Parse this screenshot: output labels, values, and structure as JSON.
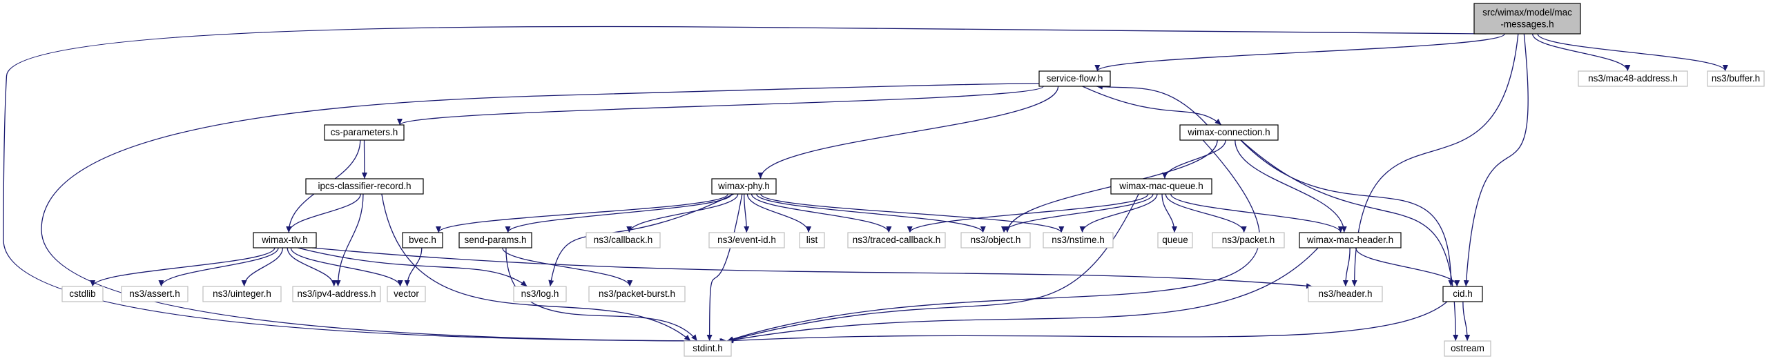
{
  "graph": {
    "colors": {
      "root_fill": "#bfbfbf",
      "box_stroke_strong": "#000000",
      "box_stroke_weak": "#bfbfbf",
      "label_color": "#000000",
      "edge_color": "#191970",
      "edge_color_weak": "#b4b4b4"
    },
    "nodes": [
      {
        "id": "root",
        "lines": [
          "src/wimax/model/mac",
          "-messages.h"
        ],
        "kind": "root"
      },
      {
        "id": "service_flow",
        "lines": [
          "service-flow.h"
        ],
        "kind": "internal"
      },
      {
        "id": "mac48",
        "lines": [
          "ns3/mac48-address.h"
        ],
        "kind": "external"
      },
      {
        "id": "buffer",
        "lines": [
          "ns3/buffer.h"
        ],
        "kind": "external"
      },
      {
        "id": "cs_params",
        "lines": [
          "cs-parameters.h"
        ],
        "kind": "internal"
      },
      {
        "id": "wimax_conn",
        "lines": [
          "wimax-connection.h"
        ],
        "kind": "internal"
      },
      {
        "id": "ipcs",
        "lines": [
          "ipcs-classifier-record.h"
        ],
        "kind": "internal"
      },
      {
        "id": "wimax_phy",
        "lines": [
          "wimax-phy.h"
        ],
        "kind": "internal"
      },
      {
        "id": "wimax_mac_queue",
        "lines": [
          "wimax-mac-queue.h"
        ],
        "kind": "internal"
      },
      {
        "id": "wimax_tlv",
        "lines": [
          "wimax-tlv.h"
        ],
        "kind": "internal"
      },
      {
        "id": "bvec",
        "lines": [
          "bvec.h"
        ],
        "kind": "internal"
      },
      {
        "id": "send_params",
        "lines": [
          "send-params.h"
        ],
        "kind": "internal"
      },
      {
        "id": "ns3_callback",
        "lines": [
          "ns3/callback.h"
        ],
        "kind": "external"
      },
      {
        "id": "ns3_event_id",
        "lines": [
          "ns3/event-id.h"
        ],
        "kind": "external"
      },
      {
        "id": "list",
        "lines": [
          "list"
        ],
        "kind": "external"
      },
      {
        "id": "ns3_traced_cb",
        "lines": [
          "ns3/traced-callback.h"
        ],
        "kind": "external"
      },
      {
        "id": "ns3_object",
        "lines": [
          "ns3/object.h"
        ],
        "kind": "external"
      },
      {
        "id": "ns3_nstime",
        "lines": [
          "ns3/nstime.h"
        ],
        "kind": "external"
      },
      {
        "id": "queue",
        "lines": [
          "queue"
        ],
        "kind": "external"
      },
      {
        "id": "ns3_packet",
        "lines": [
          "ns3/packet.h"
        ],
        "kind": "external"
      },
      {
        "id": "wimax_mac_header",
        "lines": [
          "wimax-mac-header.h"
        ],
        "kind": "internal"
      },
      {
        "id": "cstdlib",
        "lines": [
          "cstdlib"
        ],
        "kind": "external"
      },
      {
        "id": "ns3_assert",
        "lines": [
          "ns3/assert.h"
        ],
        "kind": "external"
      },
      {
        "id": "ns3_uinteger",
        "lines": [
          "ns3/uinteger.h"
        ],
        "kind": "external"
      },
      {
        "id": "ns3_ipv4",
        "lines": [
          "ns3/ipv4-address.h"
        ],
        "kind": "external"
      },
      {
        "id": "vector",
        "lines": [
          "vector"
        ],
        "kind": "external"
      },
      {
        "id": "ns3_log",
        "lines": [
          "ns3/log.h"
        ],
        "kind": "external"
      },
      {
        "id": "ns3_packet_burst",
        "lines": [
          "ns3/packet-burst.h"
        ],
        "kind": "external"
      },
      {
        "id": "ns3_header",
        "lines": [
          "ns3/header.h"
        ],
        "kind": "external"
      },
      {
        "id": "cid",
        "lines": [
          "cid.h"
        ],
        "kind": "internal"
      },
      {
        "id": "stdint",
        "lines": [
          "stdint.h"
        ],
        "kind": "external"
      },
      {
        "id": "ostream",
        "lines": [
          "ostream"
        ],
        "kind": "external"
      }
    ],
    "edges": [
      {
        "from": "root",
        "to": "service_flow"
      },
      {
        "from": "root",
        "to": "mac48"
      },
      {
        "from": "root",
        "to": "buffer"
      },
      {
        "from": "root",
        "to": "ns3_header"
      },
      {
        "from": "root",
        "to": "cid"
      },
      {
        "from": "root",
        "to": "stdint"
      },
      {
        "from": "service_flow",
        "to": "cs_params"
      },
      {
        "from": "service_flow",
        "to": "wimax_conn"
      },
      {
        "from": "service_flow",
        "to": "wimax_phy"
      },
      {
        "from": "service_flow",
        "to": "stdint"
      },
      {
        "from": "wimax_conn",
        "to": "service_flow"
      },
      {
        "from": "wimax_conn",
        "to": "wimax_mac_queue"
      },
      {
        "from": "wimax_conn",
        "to": "ns3_object"
      },
      {
        "from": "wimax_conn",
        "to": "wimax_mac_header"
      },
      {
        "from": "wimax_conn",
        "to": "cid"
      },
      {
        "from": "wimax_conn",
        "to": "stdint"
      },
      {
        "from": "wimax_conn",
        "to": "ostream"
      },
      {
        "from": "cs_params",
        "to": "ipcs"
      },
      {
        "from": "cs_params",
        "to": "wimax_tlv"
      },
      {
        "from": "ipcs",
        "to": "wimax_tlv"
      },
      {
        "from": "ipcs",
        "to": "ns3_ipv4"
      },
      {
        "from": "ipcs",
        "to": "stdint"
      },
      {
        "from": "wimax_phy",
        "to": "bvec"
      },
      {
        "from": "wimax_phy",
        "to": "send_params"
      },
      {
        "from": "wimax_phy",
        "to": "ns3_callback"
      },
      {
        "from": "wimax_phy",
        "to": "ns3_event_id"
      },
      {
        "from": "wimax_phy",
        "to": "list"
      },
      {
        "from": "wimax_phy",
        "to": "ns3_traced_cb"
      },
      {
        "from": "wimax_phy",
        "to": "ns3_object"
      },
      {
        "from": "wimax_phy",
        "to": "ns3_nstime"
      },
      {
        "from": "wimax_phy",
        "to": "ns3_log"
      },
      {
        "from": "wimax_phy",
        "to": "stdint"
      },
      {
        "from": "wimax_mac_queue",
        "to": "ns3_traced_cb"
      },
      {
        "from": "wimax_mac_queue",
        "to": "ns3_object"
      },
      {
        "from": "wimax_mac_queue",
        "to": "ns3_nstime"
      },
      {
        "from": "wimax_mac_queue",
        "to": "queue"
      },
      {
        "from": "wimax_mac_queue",
        "to": "ns3_packet"
      },
      {
        "from": "wimax_mac_queue",
        "to": "wimax_mac_header"
      },
      {
        "from": "wimax_mac_queue",
        "to": "stdint"
      },
      {
        "from": "wimax_tlv",
        "to": "cstdlib"
      },
      {
        "from": "wimax_tlv",
        "to": "ns3_assert"
      },
      {
        "from": "wimax_tlv",
        "to": "ns3_uinteger"
      },
      {
        "from": "wimax_tlv",
        "to": "ns3_ipv4"
      },
      {
        "from": "wimax_tlv",
        "to": "vector"
      },
      {
        "from": "wimax_tlv",
        "to": "ns3_log"
      },
      {
        "from": "wimax_tlv",
        "to": "ns3_header"
      },
      {
        "from": "bvec",
        "to": "vector"
      },
      {
        "from": "send_params",
        "to": "ns3_packet_burst"
      },
      {
        "from": "send_params",
        "to": "stdint"
      },
      {
        "from": "wimax_mac_header",
        "to": "ns3_header"
      },
      {
        "from": "wimax_mac_header",
        "to": "cid"
      },
      {
        "from": "wimax_mac_header",
        "to": "stdint"
      },
      {
        "from": "cid",
        "to": "stdint"
      },
      {
        "from": "cid",
        "to": "ostream"
      }
    ]
  }
}
